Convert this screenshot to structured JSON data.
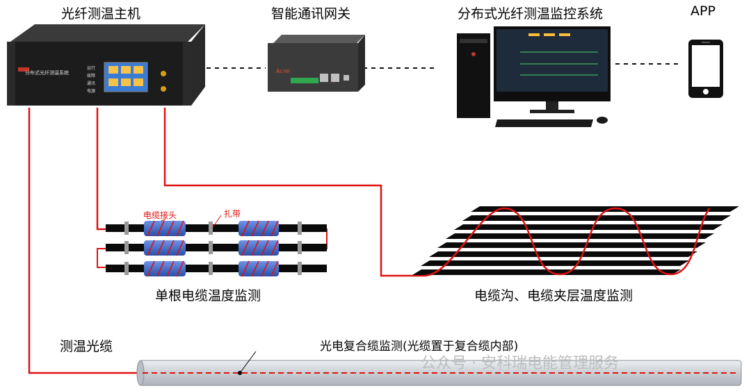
{
  "labels": {
    "host": "光纤测温主机",
    "gateway": "智能通讯网关",
    "system": "分布式光纤测温监控系统",
    "app": "APP",
    "cable_joint": "电缆接头",
    "tie": "扎带",
    "single_cable": "单根电缆温度监测",
    "trench": "电缆沟、电缆夹层温度监测",
    "sensing_fiber": "测温光缆",
    "composite": "光电复合缆监测(光缆置于复合缆内部)"
  },
  "device_text": {
    "host_title": "分布式光纤测温系统",
    "host_btn_1": "运行",
    "host_btn_2": "故障",
    "host_btn_3": "通讯",
    "host_btn_4": "电源",
    "gateway_brand": "Acrel"
  },
  "watermark": "公众号 · 安科瑞电能管理服务",
  "colors": {
    "fiber": "#e01010",
    "cable": "#0a0a0a",
    "joint": "#3a66c8",
    "clamp": "#9a9a9a",
    "dashed": "#111111",
    "composite_cable": "#cfd4d8"
  }
}
